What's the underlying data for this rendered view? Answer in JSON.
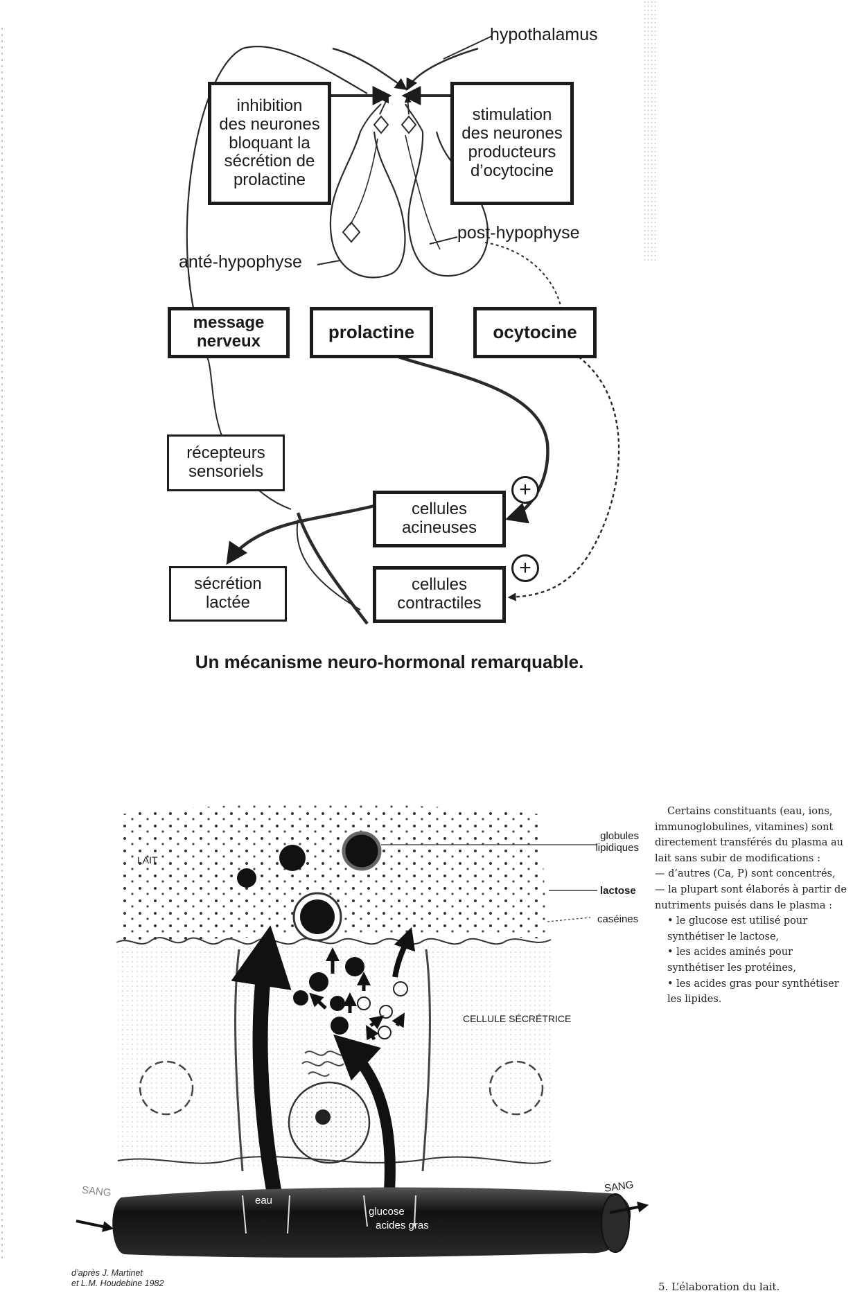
{
  "top_diagram": {
    "labels": {
      "hypothalamus": "hypothalamus",
      "post_hypophyse": "post-hypophyse",
      "ante_hypophyse": "anté-hypophyse"
    },
    "boxes": {
      "inhibition": "inhibition\ndes neurones\nbloquant la\nsécrétion de\nprolactine",
      "stimulation": "stimulation\ndes neurones\nproducteurs\nd’ocytocine",
      "message": "message\nnerveux",
      "prolactine": "prolactine",
      "ocytocine": "ocytocine",
      "recepteurs": "récepteurs\nsensoriels",
      "acineuses": "cellules\nacineuses",
      "secretion": "sécrétion\nlactée",
      "contractiles": "cellules\ncontractiles"
    },
    "plus_sign": "+",
    "caption": "Un mécanisme neuro-hormonal remarquable."
  },
  "bottom_figure": {
    "labels": {
      "lait": "LAIT",
      "globules": "globules\nlipidiques",
      "lactose": "lactose",
      "caseines": "caséines",
      "cellule": "CELLULE SÉCRÉTRICE",
      "sang_left": "SANG",
      "sang_right": "SANG",
      "eau": "eau",
      "glucose": "glucose",
      "acides_gras": "acides gras"
    },
    "side_text": {
      "intro": "Certains constituants (eau, ions, immunoglobulines, vitamines) sont directement transférés du plasma au lait sans subir de modifications :",
      "line1": "— d’autres (Ca, P) sont concentrés,",
      "line2": "— la plupart sont élaborés à partir de nutriments puisés dans le plasma :",
      "bullet1": "• le glucose est utilisé pour synthétiser le lactose,",
      "bullet2": "• les acides aminés pour synthétiser les protéines,",
      "bullet3": "• les acides gras pour synthétiser les lipides."
    },
    "credit": "d’après J. Martinet\net L.M. Houdebine 1982",
    "caption": "5. L’élaboration du lait."
  }
}
